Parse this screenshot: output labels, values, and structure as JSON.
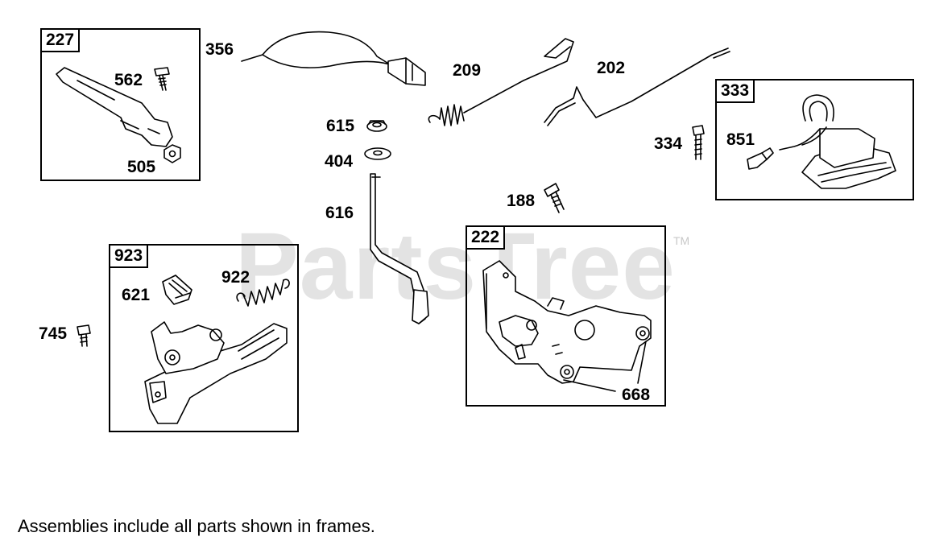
{
  "watermark": {
    "text": "PartsTree",
    "trademark": "TM"
  },
  "footnote": "Assemblies include all parts shown in frames.",
  "frames": {
    "f227": "227",
    "f923": "923",
    "f222": "222",
    "f333": "333"
  },
  "callouts": {
    "c356": "356",
    "c562": "562",
    "c505": "505",
    "c209": "209",
    "c202": "202",
    "c615": "615",
    "c404": "404",
    "c616": "616",
    "c334": "334",
    "c851": "851",
    "c188": "188",
    "c621": "621",
    "c922": "922",
    "c745": "745",
    "c668": "668"
  },
  "colors": {
    "line": "#000000",
    "watermark": "#e3e3e3",
    "background": "#ffffff"
  }
}
